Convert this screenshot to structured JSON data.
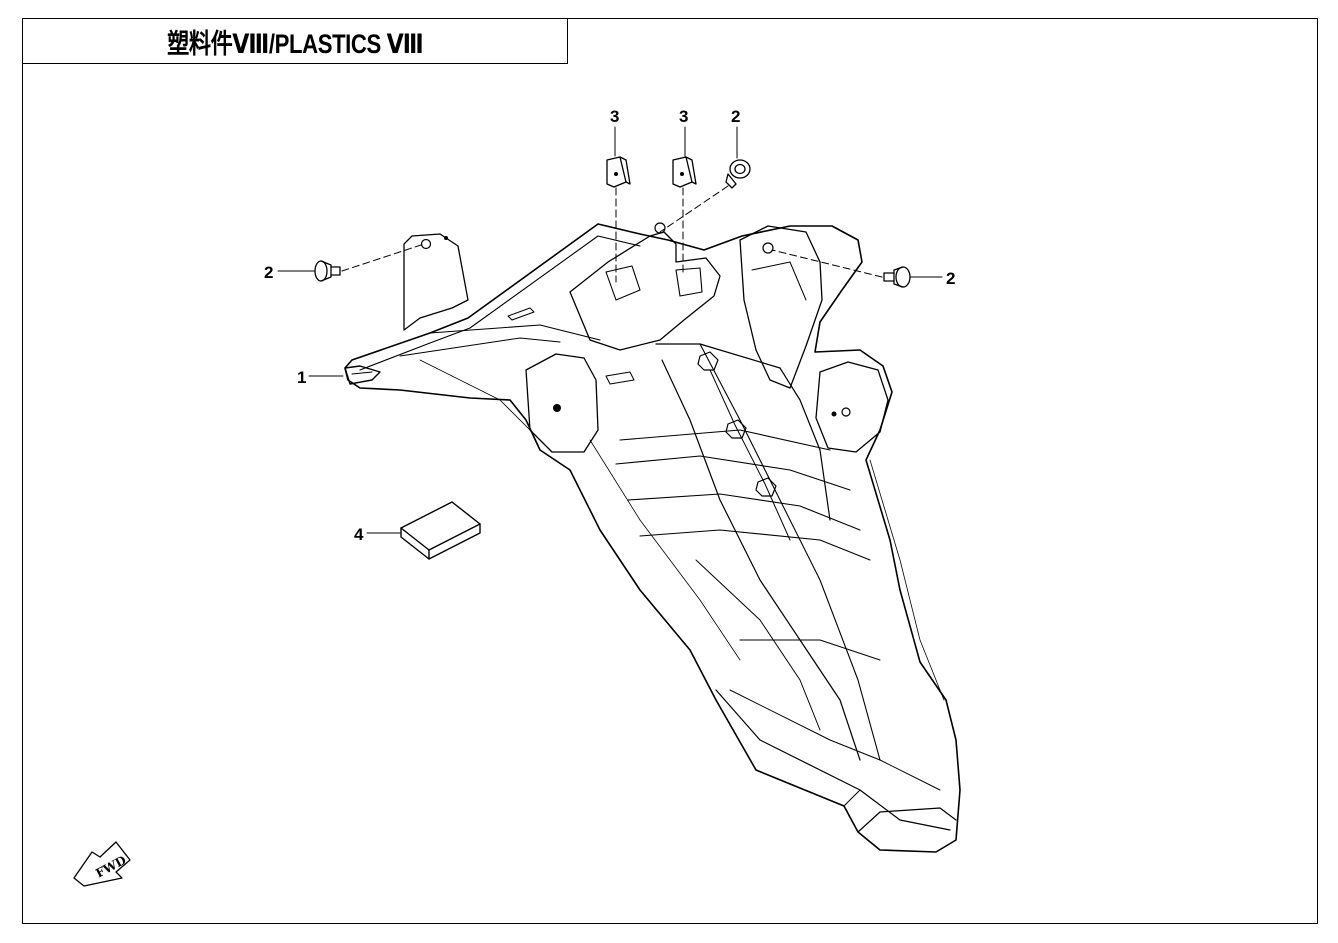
{
  "header": {
    "title": "塑料件Ⅷ/PLASTICS Ⅷ"
  },
  "callouts": [
    {
      "id": "c-1",
      "label": "1"
    },
    {
      "id": "c-2-left",
      "label": "2"
    },
    {
      "id": "c-2-top",
      "label": "2"
    },
    {
      "id": "c-2-right",
      "label": "2"
    },
    {
      "id": "c-3-a",
      "label": "3"
    },
    {
      "id": "c-3-b",
      "label": "3"
    },
    {
      "id": "c-4",
      "label": "4"
    }
  ],
  "direction_marker": {
    "label": "FWD"
  }
}
